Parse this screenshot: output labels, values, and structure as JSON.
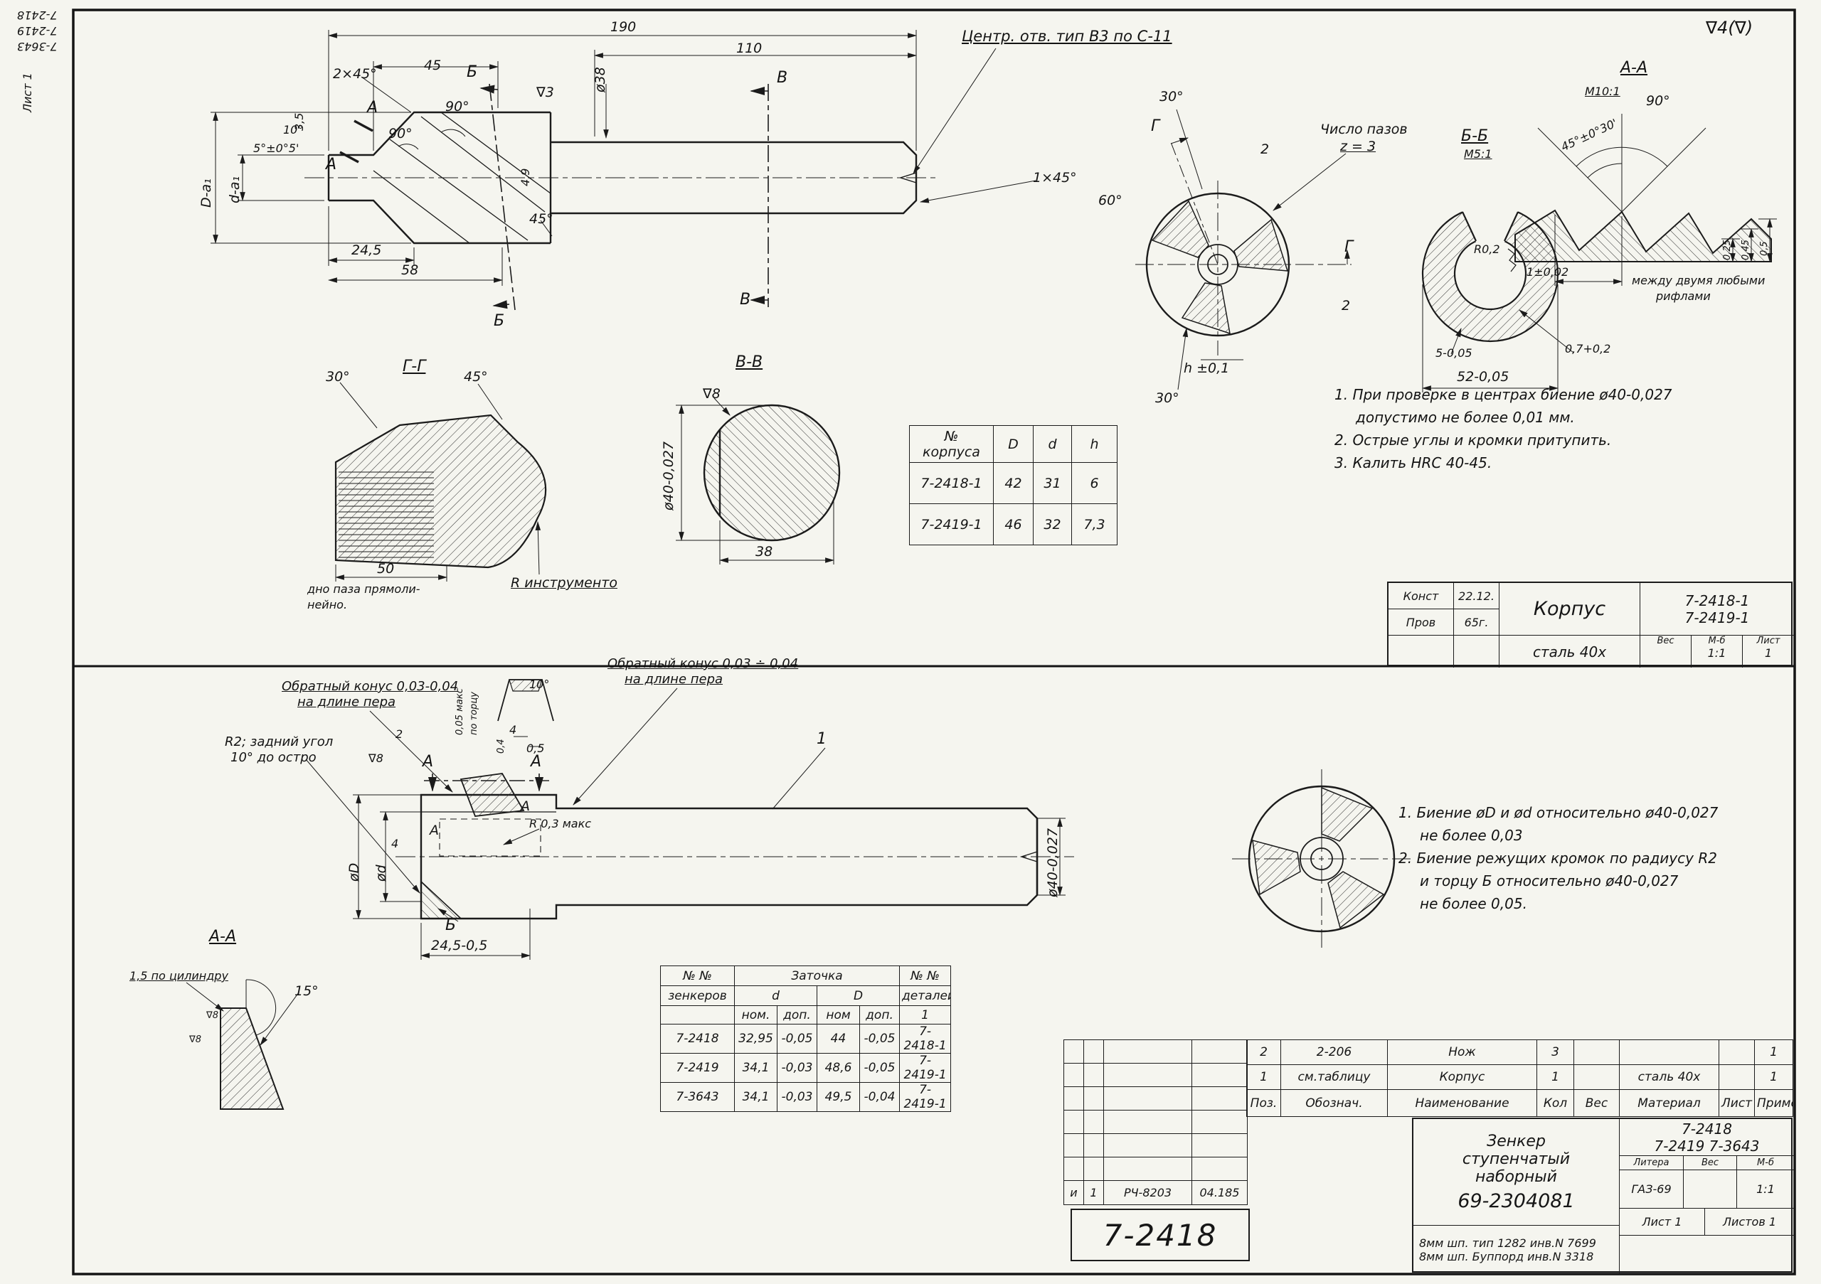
{
  "page": {
    "surface_mark": "∇4(∇)",
    "edge_docs": [
      "7-2418",
      "7-2419",
      "7-3643"
    ],
    "edge_sheet": "Лист 1",
    "stamp": "7-2418"
  },
  "top_view": {
    "center_hole_note": "Центр. отв. тип В3 по С-11",
    "dim_190": "190",
    "dim_45": "45",
    "dim_110": "110",
    "dia_38": "ø38",
    "chamfer_2x45": "2×45°",
    "angle_90_1": "90°",
    "angle_90_2": "90°",
    "rough_3": "∇3",
    "dim_35": "3,5",
    "angle_10": "10°",
    "angle_5": "5°±0°5'",
    "dim_D": "D-a₁",
    "dim_d": "d-a₁",
    "dim_245": "24,5",
    "dim_58": "58",
    "dim_49": "4,9",
    "angle_45": "45°",
    "chamfer_1x45": "1×45°",
    "mark_b": "Б",
    "mark_v": "В",
    "mark_a": "А"
  },
  "end_view": {
    "angle_30_top": "30°",
    "angle_60": "60°",
    "mark_g": "Г",
    "slots_label": "Число пазов",
    "slots_value": "z = 3",
    "dim_2_top": "2",
    "dim_2_right": "2",
    "dim_h": "h ±0,1",
    "angle_30_bottom": "30°"
  },
  "sec_bb": {
    "title": "Б-Б",
    "scale": "М5:1",
    "r": "R0,2",
    "dim_5": "5-0,05",
    "dim_52": "52-0,05",
    "dim_07": "0,7+0,2"
  },
  "sec_aa": {
    "title": "А-А",
    "scale": "М10:1",
    "angle_90": "90°",
    "angle_45": "45°±0°30'",
    "dim_1": "1±0,02",
    "note_1": "между двумя любыми",
    "note_2": "рифлами",
    "dim_025": "0,25",
    "dim_045": "0,45",
    "dim_05": "0,5"
  },
  "sec_gg": {
    "title": "Г-Г",
    "angle_30": "30°",
    "angle_45": "45°",
    "dim_50": "50",
    "note_1": "дно паза прямоли-",
    "note_2": "нейно.",
    "r_note": "R инструменто"
  },
  "sec_vv": {
    "title": "В-В",
    "rough": "∇8",
    "dia": "ø40-0,027",
    "dim_38": "38"
  },
  "korpus_table": {
    "col0": "№\nкорпуса",
    "colD": "D",
    "cold": "d",
    "colh": "h",
    "rows": [
      [
        "7-2418-1",
        "42",
        "31",
        "6"
      ],
      [
        "7-2419-1",
        "46",
        "32",
        "7,3"
      ]
    ]
  },
  "top_notes": [
    "1. При проверке в центрах биение ø40-0,027",
    "допустимо не более 0,01 мм.",
    "2. Острые углы и кромки притупить.",
    "3. Калить HRC 40-45."
  ],
  "tb_top": {
    "konst": "Конст",
    "prov": "Пров",
    "date_1": "22.12.",
    "date_2": "65г.",
    "name": "Корпус",
    "material": "сталь 40х",
    "doc_1": "7-2418-1",
    "doc_2": "7-2419-1",
    "ves": "Вес",
    "mb": "М-б",
    "list": "Лист",
    "mb_val": "1:1",
    "list_val": "1"
  },
  "bottom_view": {
    "taper_note_1a": "Обратный конус 0,03-0,04",
    "taper_note_1b": "на длине пера",
    "taper_note_2a": "Обратный конус 0,03 ÷ 0,04",
    "taper_note_2b": "на длине пера",
    "r2_note_a": "R2; задний угол",
    "r2_note_b": "10° до остро",
    "angle_10": "10°",
    "runout_a": "0,05 макс",
    "runout_b": "по торцу",
    "dim_04": "0,4",
    "dim_4_top": "4",
    "dim_05": "0,5",
    "dim_2": "2",
    "rough_8": "∇8",
    "mark_a": "А",
    "r03": "R 0,3 макс",
    "dia_D": "øD",
    "dia_d": "ød",
    "dim_4_left": "4",
    "mark_b": "Б",
    "dim_245": "24,5-0,5",
    "dia_40": "ø40-0,027",
    "callout_1": "1"
  },
  "sec_aa_bottom": {
    "title": "А-А",
    "note": "1,5 по цилиндру",
    "angle_15": "15°",
    "rough_1": "∇8",
    "rough_2": "∇8"
  },
  "bottom_notes": [
    "1. Биение øD и ød относительно ø40-0,027",
    "не более 0,03",
    "2. Биение режущих кромок по радиусу R2",
    "и торцу Б относительно ø40-0,027",
    "не более 0,05."
  ],
  "sharp_table": {
    "h_nn": "№ №",
    "h_zat": "Заточка",
    "h_nn2": "№ №",
    "h_zenk": "зенкеров",
    "h_d": "d",
    "h_D": "D",
    "h_det": "деталей",
    "nom1": "ном.",
    "dop1": "доп.",
    "nom2": "ном",
    "dop2": "доп.",
    "corner": "1",
    "rows": [
      [
        "7-2418",
        "32,95",
        "-0,05",
        "44",
        "-0,05",
        "7-2418-1"
      ],
      [
        "7-2419",
        "34,1",
        "-0,03",
        "48,6",
        "-0,05",
        "7-2419-1"
      ],
      [
        "7-3643",
        "34,1",
        "-0,03",
        "49,5",
        "-0,04",
        "7-2419-1"
      ]
    ]
  },
  "parts_table": {
    "headers": [
      "Поз.",
      "Обознач.",
      "Наименование",
      "Кол",
      "Вес",
      "Материал",
      "Лист",
      "Примеч."
    ],
    "rows": [
      [
        "2",
        "2-206",
        "Нож",
        "3",
        "",
        "",
        "",
        "1"
      ],
      [
        "1",
        "см.таблицу",
        "Корпус",
        "1",
        "",
        "сталь 40х",
        "",
        "1"
      ]
    ]
  },
  "change_row": [
    "и",
    "1",
    "РЧ-8203",
    "04.185"
  ],
  "tb_bottom": {
    "name_1": "Зенкер",
    "name_2": "ступенчатый",
    "name_3": "наборный",
    "number": "69-2304081",
    "doc_1": "7-2418",
    "doc_2": "7-2419   7-3643",
    "litera": "Литера",
    "ves": "Вес",
    "mb": "М-б",
    "litera_val": "ГАЗ-69",
    "mb_val": "1:1",
    "sheet": "Лист 1",
    "sheets": "Листов 1",
    "note_1": "8мм шп. тип 1282 инв.N 7699",
    "note_2": "8мм шп. Буппорд инв.N 3318"
  }
}
